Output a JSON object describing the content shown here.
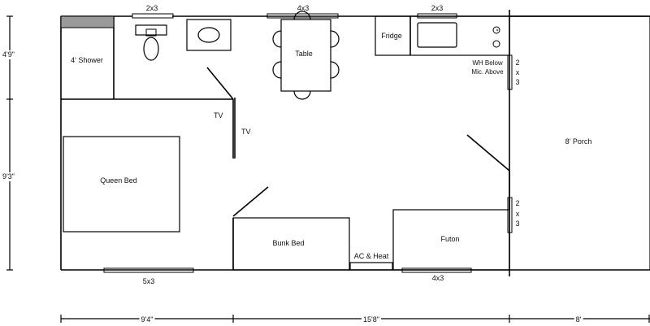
{
  "rooms": {
    "shower": "4' Shower",
    "table": "Table",
    "fridge": "Fridge",
    "wh_below": "WH Below",
    "mic_above": "Mic. Above",
    "tv_1": "TV",
    "tv_2": "TV",
    "porch": "8' Porch",
    "queen_bed": "Queen Bed",
    "bunk_bed": "Bunk Bed",
    "ac_heat": "AC & Heat",
    "futon": "Futon"
  },
  "windows": {
    "top_bath": "2x3",
    "top_table": "4x3",
    "top_kitchen": "2x3",
    "bottom_left": "5x3",
    "bottom_right": "4x3",
    "side_upper": [
      "2",
      "x",
      "3"
    ],
    "side_lower": [
      "2",
      "x",
      "3"
    ]
  },
  "dimensions": {
    "left_upper": "4'9\"",
    "left_lower": "9'3\"",
    "bottom_left": "9'4\"",
    "bottom_mid": "15'8\"",
    "bottom_right": "8'"
  }
}
